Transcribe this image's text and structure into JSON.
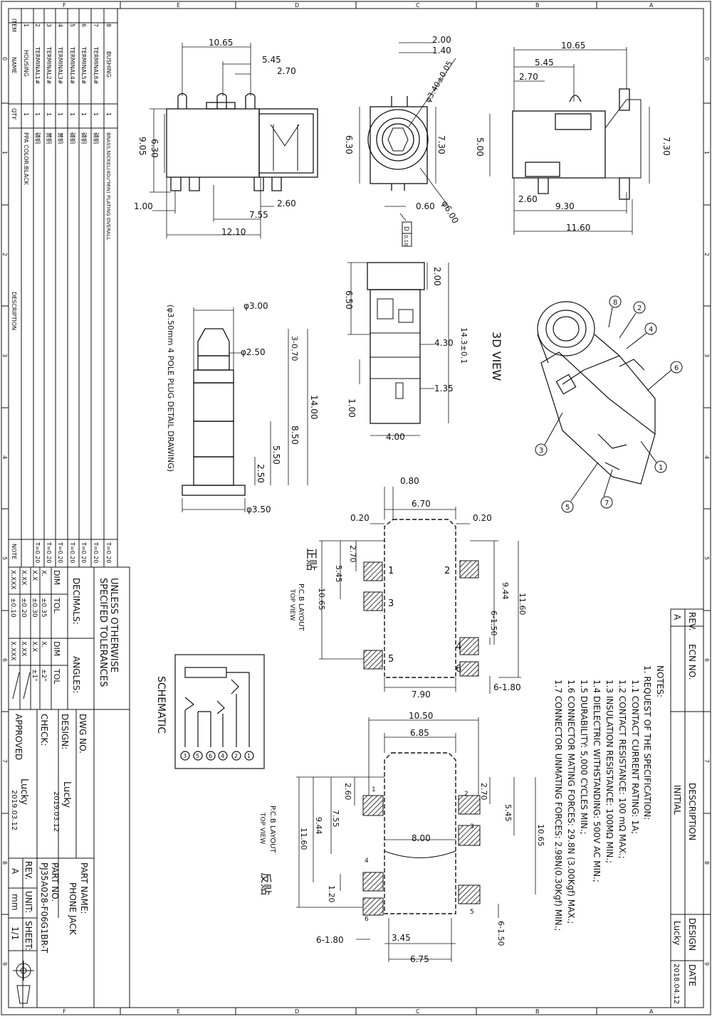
{
  "border": {
    "top_letters": [
      "F",
      "E",
      "D",
      "C",
      "B",
      "A"
    ],
    "side_numbers": [
      "0",
      "1",
      "2",
      "3",
      "4",
      "5",
      "6",
      "7",
      "8",
      "9"
    ]
  },
  "bom": {
    "headers": {
      "item": "ITEM",
      "name": "NAME",
      "qty": "QTY",
      "description": "DESCRIPTION",
      "note": "NOTE"
    },
    "rows": [
      {
        "item": "1",
        "name": "HOUSING",
        "qty": "1",
        "desc": "PPA COLOR:BLACK",
        "note": ""
      },
      {
        "item": "2",
        "name": "TERMINAL1#",
        "qty": "1",
        "desc": "磷铜",
        "note": "T=0.20"
      },
      {
        "item": "3",
        "name": "TERMINAL2#",
        "qty": "1",
        "desc": "黄铜",
        "note": "T=0.20"
      },
      {
        "item": "4",
        "name": "TERMINAL3#",
        "qty": "1",
        "desc": "黄铜",
        "note": "T=0.20"
      },
      {
        "item": "5",
        "name": "TERMINAL4#",
        "qty": "1",
        "desc": "磷铜",
        "note": "T=0.20"
      },
      {
        "item": "6",
        "name": "TERMINAL5#",
        "qty": "1",
        "desc": "磷铜",
        "note": "T=0.20"
      },
      {
        "item": "7",
        "name": "TERMINAL6#",
        "qty": "1",
        "desc": "磷铜",
        "note": "T=0.20"
      },
      {
        "item": "8",
        "name": "BUSHING",
        "qty": "1",
        "desc": "BRASS,NICKEL(40u\"MIN) PLATING OVERALL",
        "note": "T=0.20"
      }
    ]
  },
  "tolerances": {
    "title_line1": "UNLESS OTHERWISE",
    "title_line2": "SPECIFED TOLERANCES",
    "decimals_label": "DECIMALS:",
    "angles_label": "ANGLES:",
    "dim": "DIM",
    "tol": "TOL",
    "decimals": [
      [
        "X.",
        "±0.35"
      ],
      [
        "X.X",
        "±0.30"
      ],
      [
        "X.XX",
        "±0.20"
      ],
      [
        "X.XXX",
        "±0.10"
      ]
    ],
    "angles": [
      [
        "X.",
        "±2°"
      ],
      [
        "X.X",
        "±1°"
      ],
      [
        "X.XX",
        ""
      ],
      [
        "X.XXX",
        ""
      ]
    ]
  },
  "title_block": {
    "dwg_no_label": "DWG NO.",
    "design_label": "DESIGN:",
    "check_label": "CHECK:",
    "approved_label": "APPROVED",
    "design_name": "Lucky",
    "design_date": "2019.03.12",
    "approved_name": "Lucky",
    "approved_date": "2019.03.12",
    "part_name_label": "PART NAME:",
    "part_name": "PHONE JACK",
    "part_no_label": "PART NO.",
    "part_no": "PJ35A028-F06G1BR-T",
    "rev_label": "REV.",
    "rev": "A",
    "unit_label": "UNIT:",
    "unit": "mm",
    "sheet_label": "SHEET:",
    "sheet": "1/1"
  },
  "revision": {
    "headers": {
      "rev": "REV.",
      "ecn": "ECN NO.",
      "description": "DESCRIPTION",
      "design": "DESIGN",
      "date": "DATE"
    },
    "row": {
      "rev": "A",
      "ecn": "",
      "description": "INITIAL",
      "design": "Lucky",
      "date": "2018.04.12"
    }
  },
  "notes": {
    "title": "NOTES:",
    "lines": [
      "1. REQUEST OF THE SPECIFICATION:",
      "1.1 CONTACT CURRENT RATING: 1A;",
      "1.2 CONTACT RESISTANCE: 100 mΩ MAX.;",
      "1.3 INSULATION RESISTANCE: 100MΩ MIN.;",
      "1.4 DIELECTRIC WITHSTANDING: 500V AC MIN.;",
      "1.5 DURABILITY: 5,000 CYCLES MIN.;",
      "1.6 CONNECTOR MATING FORCES: 29.8N (3.00Kgf) MAX.;",
      "1.7 CONNECTOR UNMATING FORCES: 2.98N(0.30Kgf) MIN.;"
    ]
  },
  "views": {
    "three_d": "3D VIEW",
    "schematic": "SCHEMATIC",
    "plug_caption": "(φ3.50mm 4 POLE PLUG DETAIL DRAWING)",
    "pcb_layout": "P.C.B LAYOUT",
    "top_view": "TOP VIEW",
    "front_mount": "正贴",
    "reverse_mount": "反贴"
  },
  "dims": {
    "front_top": [
      "10.65",
      "5.45",
      "2.70"
    ],
    "front_left": [
      "9.05",
      "6.30"
    ],
    "front_bottom": [
      "1.00",
      "2.60",
      "7.55",
      "12.10"
    ],
    "end_view": [
      "2.00",
      "1.40",
      "φ3.40±0.05",
      "6.30",
      "7.30",
      "0.60",
      "φ6.00"
    ],
    "datum": "D",
    "datum_value": "0.10",
    "back_view": [
      "10.65",
      "5.45",
      "2.70",
      "7.30",
      "5.00",
      "2.60",
      "9.30",
      "11.60"
    ],
    "bottom_view": [
      "2.00",
      "6.50",
      "4.30",
      "14.3±0.1",
      "1.35",
      "1.00",
      "4.00"
    ],
    "plug": [
      "φ3.00",
      "φ2.50",
      "3-0.70",
      "14.00",
      "8.50",
      "5.50",
      "2.50",
      "φ3.50"
    ],
    "pcb1": [
      "0.80",
      "6.70",
      "0.20",
      "0.20",
      "2.70",
      "5.45",
      "10.65",
      "9.44",
      "11.60",
      "6-1.50",
      "7.90",
      "6-1.80"
    ],
    "pcb2": [
      "10.50",
      "6.85",
      "2.60",
      "7.55",
      "9.44",
      "11.60",
      "2.70",
      "5.45",
      "10.65",
      "8.00",
      "1.20",
      "6-1.80",
      "3.45",
      "6.75",
      "6-1.50"
    ],
    "pad_labels1": [
      "1",
      "2",
      "3",
      "4",
      "5",
      "6"
    ],
    "pad_labels2": [
      "1",
      "2",
      "3",
      "4",
      "5",
      "6"
    ],
    "balloons": [
      "8",
      "2",
      "4",
      "6",
      "1",
      "7",
      "5",
      "3"
    ],
    "schematic_pins": [
      "3",
      "5",
      "6",
      "4",
      "2",
      "1"
    ]
  },
  "colors": {
    "line": "#111111",
    "accent": "#3ad33a",
    "cyan": "#2ec8c8"
  }
}
